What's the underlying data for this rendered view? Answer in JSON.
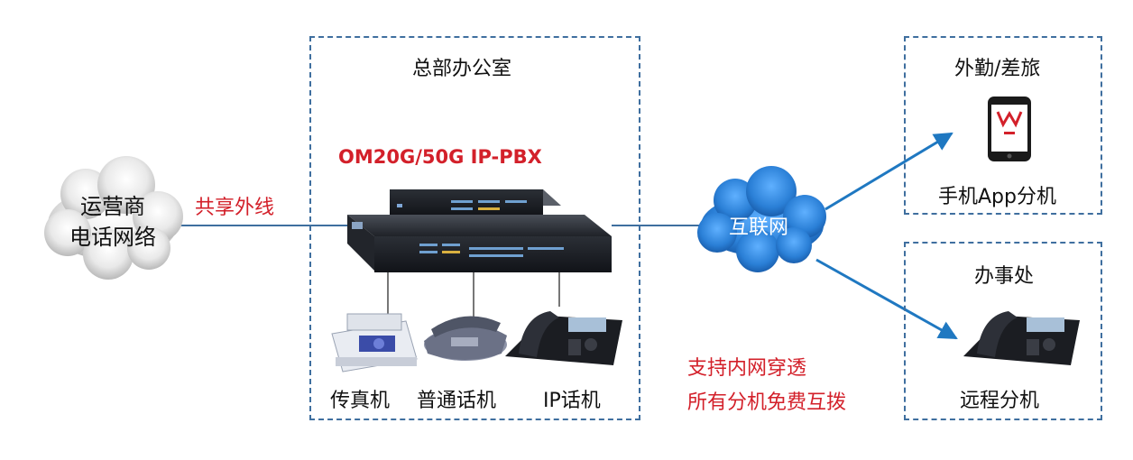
{
  "hq": {
    "title": "总部办公室"
  },
  "pbx": {
    "model_label": "OM20G/50G IP-PBX"
  },
  "pstn": {
    "line1": "运营商",
    "line2": "电话网络"
  },
  "trunk": {
    "label": "共享外线"
  },
  "internet": {
    "label": "互联网"
  },
  "mobile": {
    "title": "外勤/差旅",
    "caption": "手机App分机"
  },
  "branch": {
    "title": "办事处",
    "caption": "远程分机"
  },
  "devices": {
    "fax": "传真机",
    "analog_phone": "普通话机",
    "ip_phone": "IP话机"
  },
  "features": {
    "line1": "支持内网穿透",
    "line2": "所有分机免费互拨"
  },
  "colors": {
    "box_border": "#3f6f9f",
    "accent_red": "#d3202a",
    "arrow_blue": "#1f78c1",
    "cloud_blue": "#2a7fd6"
  }
}
